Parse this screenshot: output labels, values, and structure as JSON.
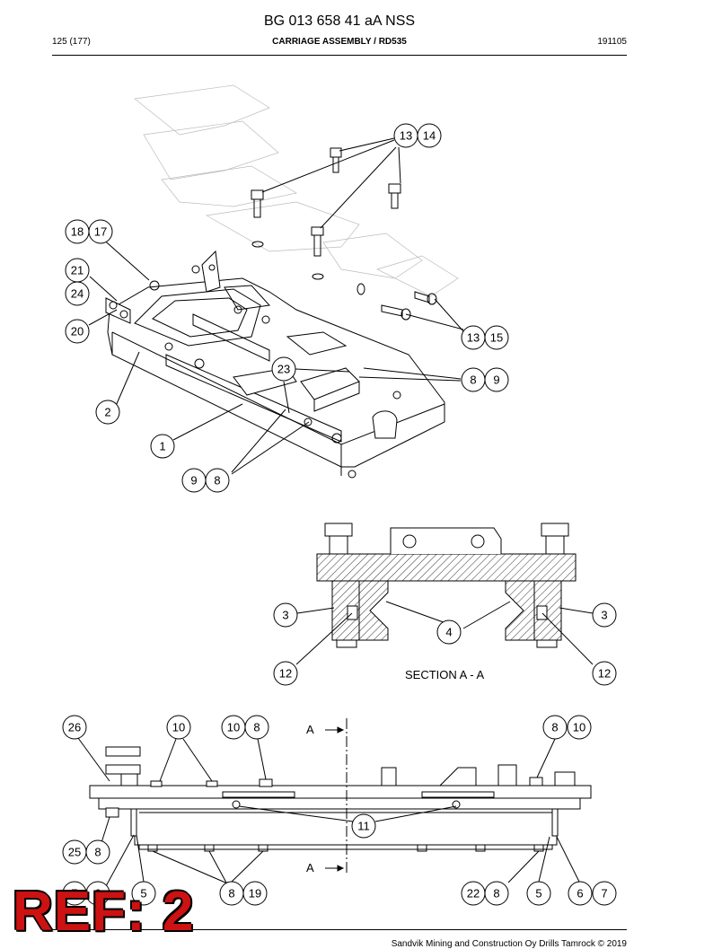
{
  "header": {
    "title": "BG 013 658 41 aA NSS",
    "page": "125 (177)",
    "assembly": "CARRIAGE ASSEMBLY / RD535",
    "date": "191105"
  },
  "footer": {
    "copyright": "Sandvik Mining and Construction Oy Drills Tamrock © 2019"
  },
  "ref_stamp": "REF: 2",
  "section_label": "SECTION A - A",
  "section_marks": [
    "A",
    "A"
  ],
  "callouts": {
    "c13a": "13",
    "c14": "14",
    "c18": "18",
    "c17": "17",
    "c21": "21",
    "c24": "24",
    "c20": "20",
    "c13b": "13",
    "c15": "15",
    "c23": "23",
    "c8a": "8",
    "c9a": "9",
    "c2": "2",
    "c1": "1",
    "c9b": "9",
    "c8b": "8",
    "c3a": "3",
    "c4": "4",
    "c3b": "3",
    "c12a": "12",
    "c12b": "12",
    "c26": "26",
    "c10a": "10",
    "c10b": "10",
    "c8c": "8",
    "c8d": "8",
    "c10c": "10",
    "c11": "11",
    "c25": "25",
    "c8e": "8",
    "c7": "7",
    "c6a": "6",
    "c5a": "5",
    "c8f": "8",
    "c19": "19",
    "c22": "22",
    "c8g": "8",
    "c5b": "5",
    "c6b": "6",
    "c7b": "7"
  }
}
